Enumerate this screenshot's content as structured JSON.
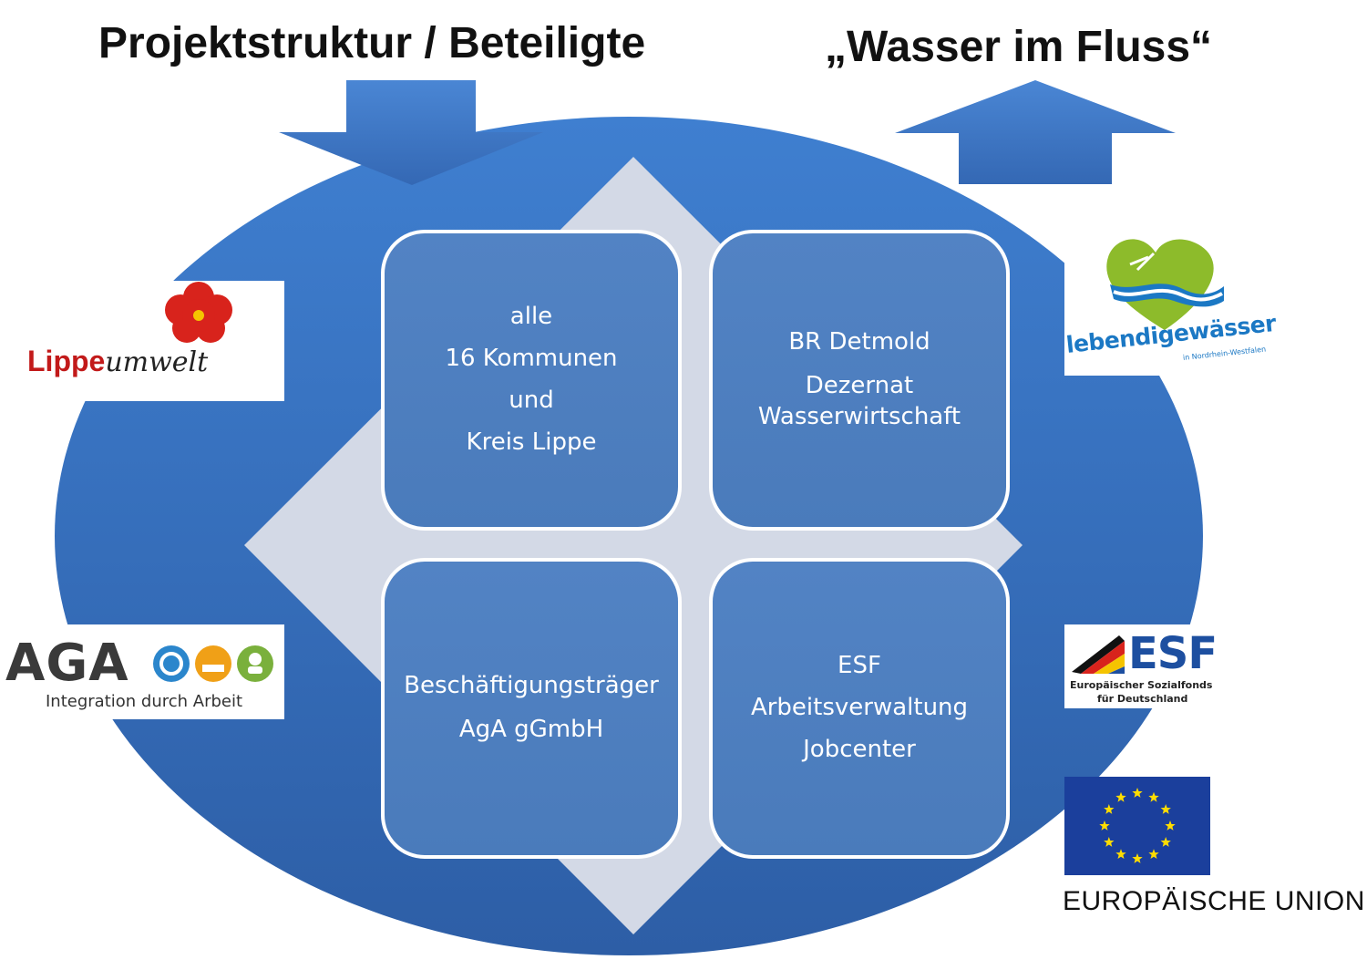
{
  "header": {
    "left_title": "Projektstruktur / Beteiligte",
    "right_title": "„Wasser im Fluss“"
  },
  "boxes": {
    "top_left": [
      "alle",
      "16 Kommunen",
      "und",
      "Kreis Lippe"
    ],
    "top_right": [
      "BR Detmold",
      "Dezernat",
      "Wasserwirtschaft"
    ],
    "bottom_left": [
      "Beschäftigungsträger",
      "AgA gGmbH"
    ],
    "bottom_right": [
      "ESF",
      "Arbeitsverwaltung",
      "Jobcenter"
    ]
  },
  "logos": {
    "lippe": {
      "word1": "Lippe",
      "word2": "umwelt"
    },
    "aga": {
      "name": "AGA",
      "tagline": "Integration durch Arbeit"
    },
    "lebendige": {
      "name": "lebendigewässer",
      "sub": "in Nordrhein-Westfalen"
    },
    "esf": {
      "name": "ESF",
      "line1": "Europäischer Sozialfonds",
      "line2": "für Deutschland"
    },
    "eu": {
      "label": "EUROPÄISCHE UNION"
    }
  },
  "colors": {
    "ellipse": "#3a6fbf",
    "diamond": "#d3d9e6",
    "box": "#4f80c0",
    "arrow": "#3f78c8"
  }
}
